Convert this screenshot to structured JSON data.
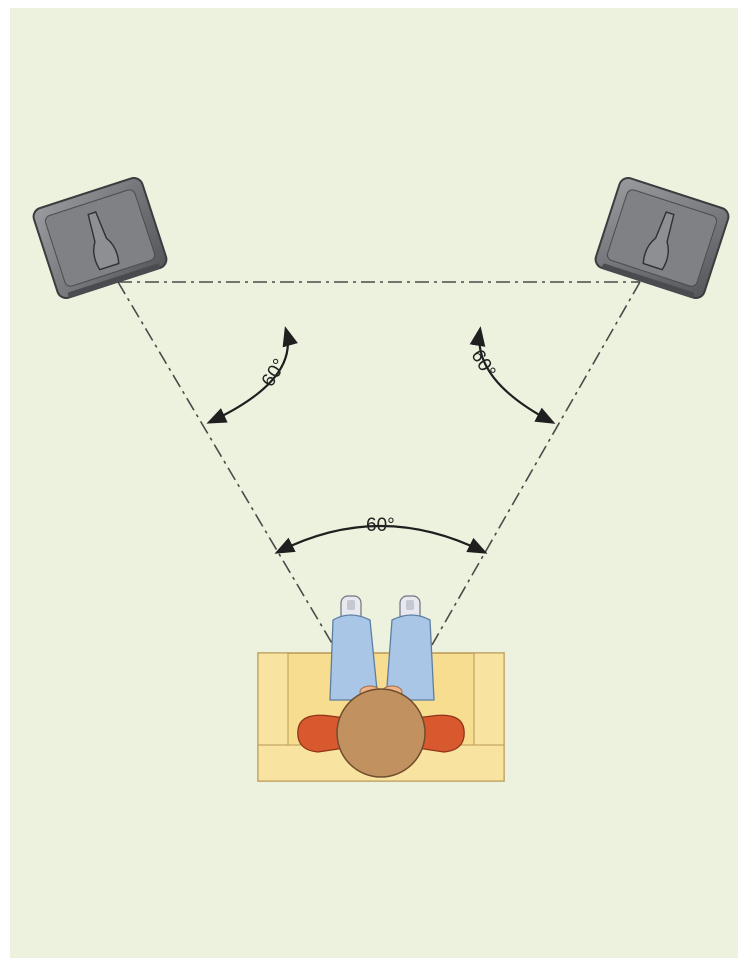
{
  "diagram": {
    "angle_labels": {
      "left": "60°",
      "right": "60°",
      "bottom": "60°"
    },
    "colors": {
      "background": "#edf2df",
      "speaker_body": "#6e6f72",
      "guide_line": "#4a4a4a",
      "arrow": "#1f1f1f",
      "sofa": "#f6db8e",
      "sofa_edge": "#b99a55",
      "legs": "#a9c6e6",
      "arms": "#d8592e",
      "head": "#c1915f"
    },
    "icons": [
      "speaker-icon",
      "listener-icon",
      "sofa-icon"
    ]
  }
}
